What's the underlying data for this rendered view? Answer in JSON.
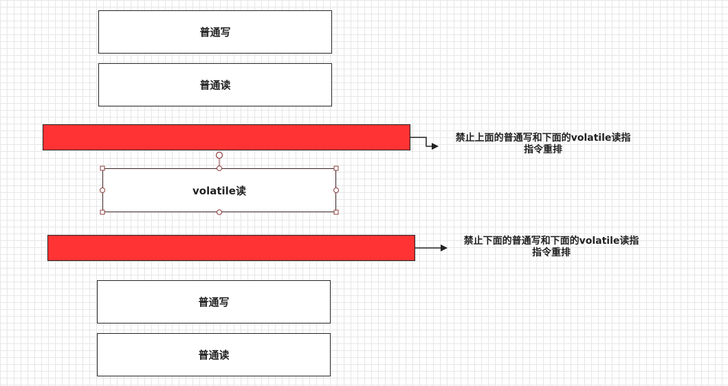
{
  "top_ops": {
    "first": "普通写",
    "second": "普通读"
  },
  "barrier_top": {
    "note_line1": "禁止上面的普通写和下面的volatile读指",
    "note_line2": "指令重排"
  },
  "volatile_op": {
    "label": "volatile读"
  },
  "barrier_bottom": {
    "note_line1": "禁止下面的普通写和下面的volatile读指",
    "note_line2": "指令重排"
  },
  "bottom_ops": {
    "first": "普通写",
    "second": "普通读"
  },
  "colors": {
    "barrier_fill": "#ff3333",
    "line": "#222222",
    "selection_handle": "#8b3a3a",
    "grid": "#e6e6e6"
  }
}
